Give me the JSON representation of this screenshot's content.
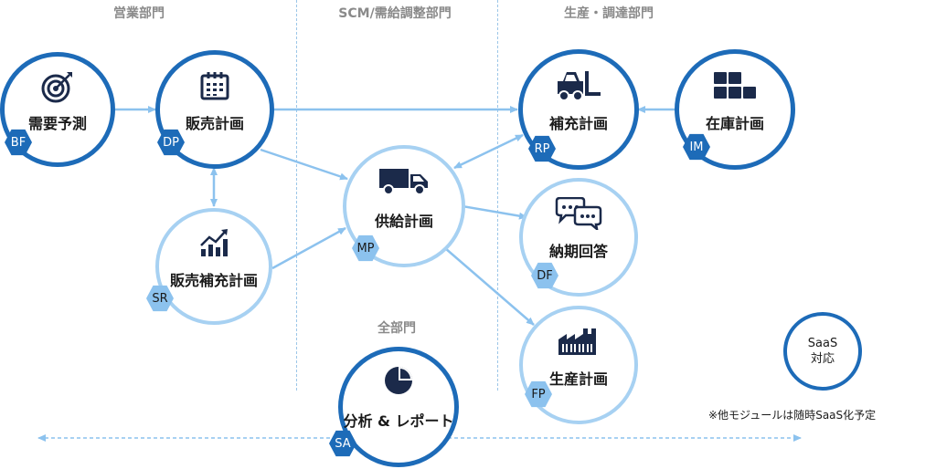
{
  "sections": {
    "sales": "営業部門",
    "scm": "SCM/需給調整部門",
    "production": "生産・調達部門",
    "all": "全部門"
  },
  "nodes": {
    "bf": {
      "label": "需要予測",
      "badge": "BF",
      "icon": "target-icon",
      "style": "dark"
    },
    "dp": {
      "label": "販売計画",
      "badge": "DP",
      "icon": "calendar-icon",
      "style": "dark"
    },
    "sr": {
      "label": "販売補充計画",
      "badge": "SR",
      "icon": "growth-chart-icon",
      "style": "light"
    },
    "mp": {
      "label": "供給計画",
      "badge": "MP",
      "icon": "truck-icon",
      "style": "light"
    },
    "rp": {
      "label": "補充計画",
      "badge": "RP",
      "icon": "forklift-icon",
      "style": "dark"
    },
    "im": {
      "label": "在庫計画",
      "badge": "IM",
      "icon": "boxes-icon",
      "style": "dark"
    },
    "df": {
      "label": "納期回答",
      "badge": "DF",
      "icon": "chat-bubbles-icon",
      "style": "light"
    },
    "fp": {
      "label": "生産計画",
      "badge": "FP",
      "icon": "factory-icon",
      "style": "light"
    },
    "sa": {
      "label": "分析 & レポート",
      "badge": "SA",
      "icon": "pie-chart-icon",
      "style": "dark"
    }
  },
  "legend": {
    "saas_line1": "SaaS",
    "saas_line2": "対応"
  },
  "footnote": "※他モジュールは随時SaaS化予定",
  "colors": {
    "dark": "#1d6bb8",
    "light": "#a7d1f2",
    "icon": "#1b2a4a",
    "section_label": "#8a8a8a"
  }
}
